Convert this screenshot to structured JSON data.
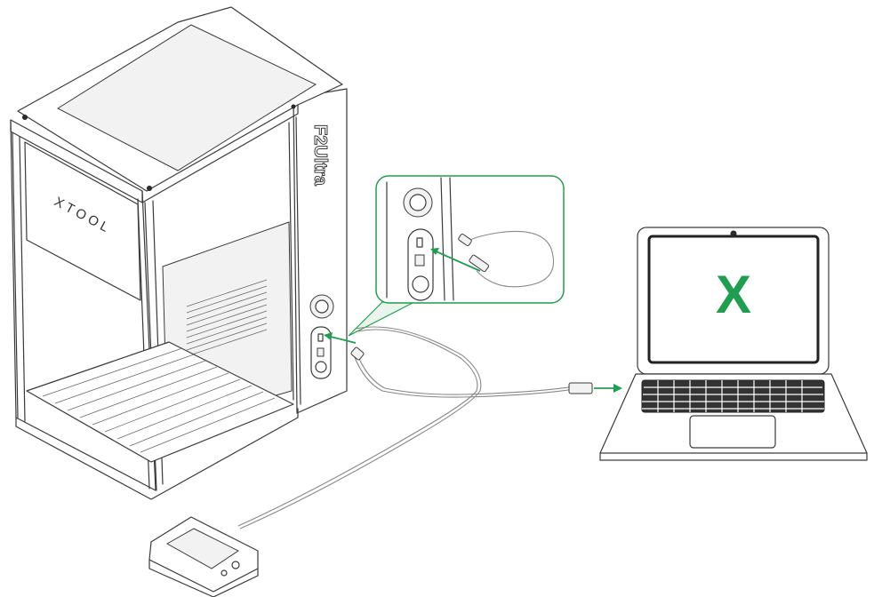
{
  "machine": {
    "brand_label": "XTOOL",
    "model_label": "F2Ultra"
  },
  "laptop": {
    "screen_logo": "X"
  },
  "colors": {
    "accent": "#1e9e4e",
    "outline": "#3a3a3a",
    "screen_bg": "#ffffff"
  },
  "icons": [
    "machine-illustration",
    "laptop-illustration",
    "controller-illustration",
    "usb-connector-icon",
    "connection-arrow-icon"
  ]
}
